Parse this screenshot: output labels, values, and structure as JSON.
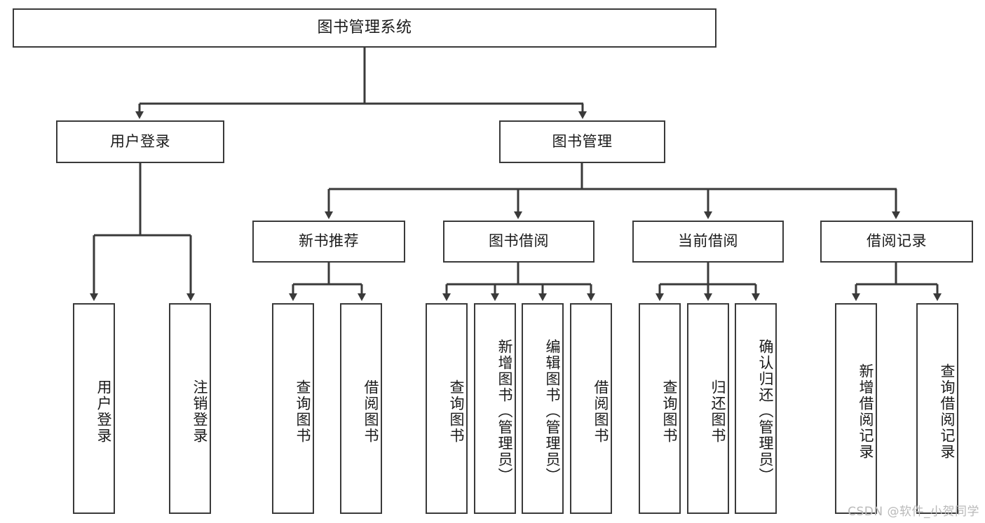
{
  "diagram": {
    "type": "tree-hierarchy",
    "orientation": "top-down",
    "root": {
      "label": "图书管理系统"
    },
    "level2": [
      {
        "label": "用户登录"
      },
      {
        "label": "图书管理"
      }
    ],
    "level3": [
      {
        "label": "新书推荐"
      },
      {
        "label": "图书借阅"
      },
      {
        "label": "当前借阅"
      },
      {
        "label": "借阅记录"
      }
    ],
    "leaves": {
      "user_login": [
        {
          "label": "用户登录"
        },
        {
          "label": "注销登录"
        }
      ],
      "new_book_recommend": [
        {
          "label": "查询图书"
        },
        {
          "label": "借阅图书"
        }
      ],
      "book_borrow": [
        {
          "label": "查询图书"
        },
        {
          "label": "新增图书（管理员）"
        },
        {
          "label": "编辑图书（管理员）"
        },
        {
          "label": "借阅图书"
        }
      ],
      "current_borrow": [
        {
          "label": "查询图书"
        },
        {
          "label": "归还图书"
        },
        {
          "label": "确认归还（管理员）"
        }
      ],
      "borrow_records": [
        {
          "label": "新增借阅记录"
        },
        {
          "label": "查询借阅记录"
        }
      ]
    }
  },
  "watermark": {
    "text": "CSDN @软件_小贺同学"
  },
  "colors": {
    "border": "#3a3a3a",
    "background": "#ffffff",
    "text": "#1a1a1a",
    "watermark": "#b9b9b9"
  }
}
